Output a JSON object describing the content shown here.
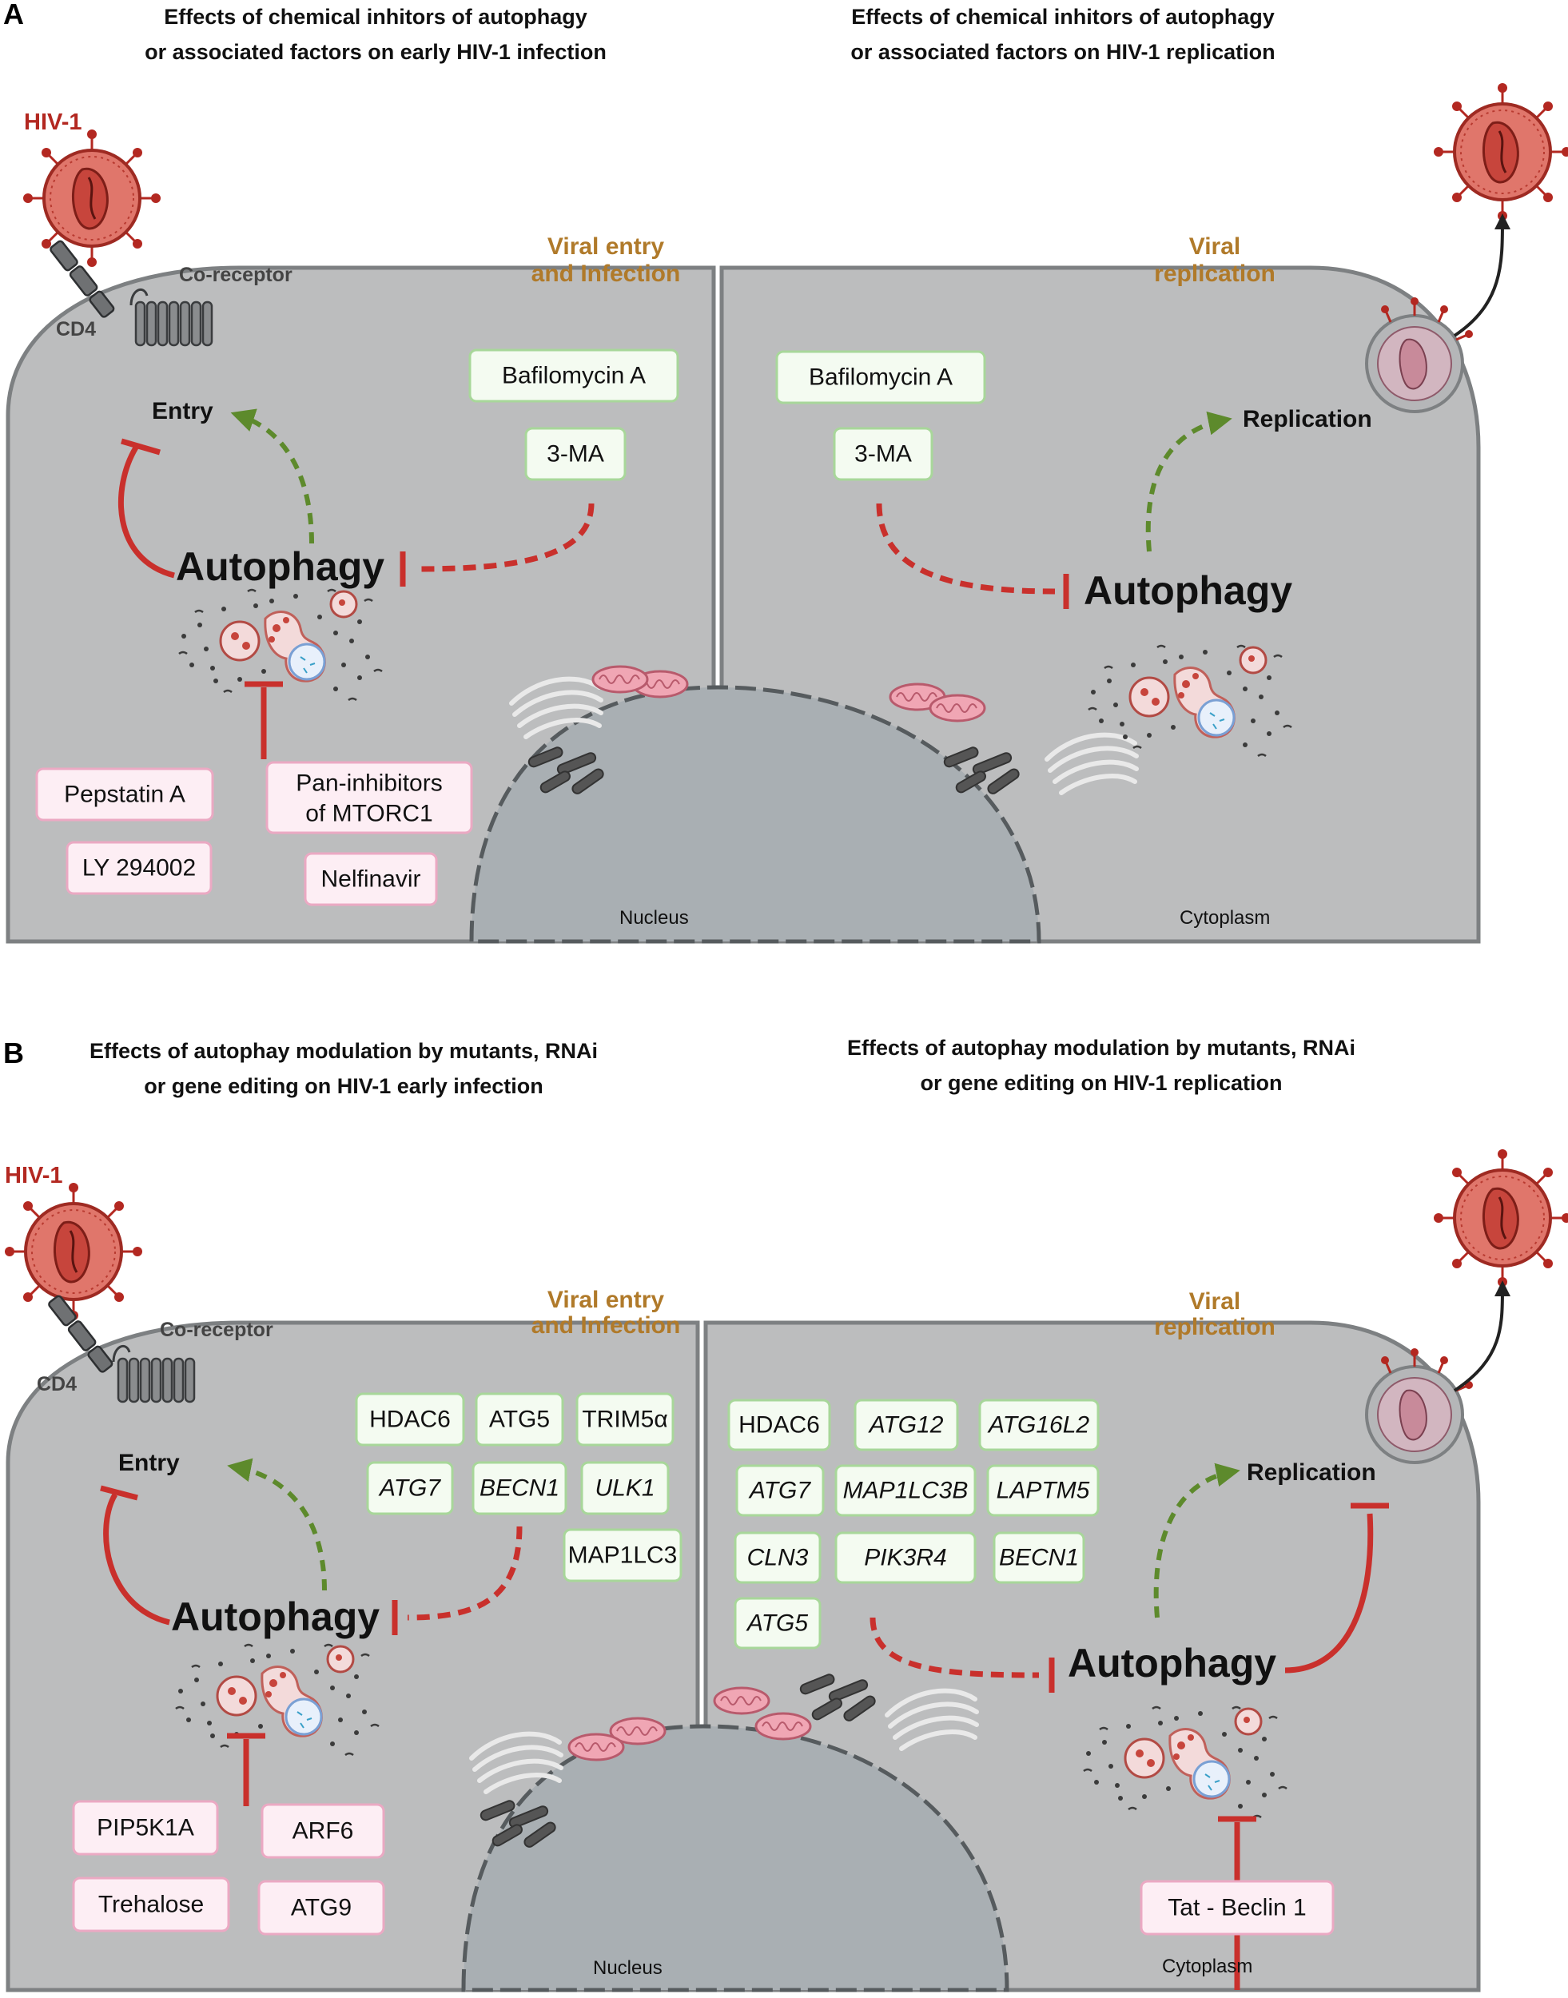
{
  "panel_a": {
    "label": "A",
    "left": {
      "title_line1": "Effects of chemical inhitors of autophagy",
      "title_line2": "or associated factors on early HIV-1 infection",
      "hiv_label": "HIV-1",
      "coreceptor_label": "Co-receptor",
      "cd4_label": "CD4",
      "stage_line1": "Viral entry",
      "stage_line2": "and Infection",
      "entry_label": "Entry",
      "autophagy_label": "Autophagy",
      "region_label": "Nucleus",
      "green_boxes": [
        "Bafilomycin A",
        "3-MA"
      ],
      "pink_boxes": [
        "Pepstatin A",
        "LY 294002",
        "Pan-inhibitors",
        "of MTORC1",
        "Nelfinavir"
      ]
    },
    "right": {
      "title_line1": "Effects of chemical inhitors of autophagy",
      "title_line2": "or associated factors on HIV-1 replication",
      "stage_line1": "Viral",
      "stage_line2": "replication",
      "replication_label": "Replication",
      "autophagy_label": "Autophagy",
      "region_label": "Cytoplasm",
      "green_boxes": [
        "Bafilomycin A",
        "3-MA"
      ]
    }
  },
  "panel_b": {
    "label": "B",
    "left": {
      "title_line1": "Effects of autophay modulation by mutants, RNAi",
      "title_line2": "or gene editing on HIV-1 early infection",
      "hiv_label": "HIV-1",
      "coreceptor_label": "Co-receptor",
      "cd4_label": "CD4",
      "stage_line1": "Viral entry",
      "stage_line2": "and Infection",
      "entry_label": "Entry",
      "autophagy_label": "Autophagy",
      "region_label": "Nucleus",
      "green_boxes": [
        "HDAC6",
        "ATG5",
        "TRIM5α",
        "ATG7",
        "BECN1",
        "ULK1",
        "MAP1LC3"
      ],
      "pink_boxes": [
        "PIP5K1A",
        "Trehalose",
        "ARF6",
        "ATG9"
      ]
    },
    "right": {
      "title_line1": "Effects of autophay modulation by mutants, RNAi",
      "title_line2": "or gene editing on HIV-1 replication",
      "stage_line1": "Viral",
      "stage_line2": "replication",
      "replication_label": "Replication",
      "autophagy_label": "Autophagy",
      "region_label": "Cytoplasm",
      "green_boxes": [
        "HDAC6",
        "ATG12",
        "ATG16L2",
        "ATG7",
        "MAP1LC3B",
        "LAPTM5",
        "CLN3",
        "PIK3R4",
        "BECN1",
        "ATG5"
      ],
      "pink_boxes": [
        "Tat - Beclin 1"
      ]
    }
  },
  "colors": {
    "cell": "#bcbdbe",
    "nucleus": "#a9afb3",
    "virus": "#d9534f",
    "inhibition": "#c9302c",
    "activation": "#5d8a2c",
    "stage_label": "#b07a2a",
    "green_box_border": "#a8d79a",
    "pink_box_border": "#eba9c3"
  }
}
